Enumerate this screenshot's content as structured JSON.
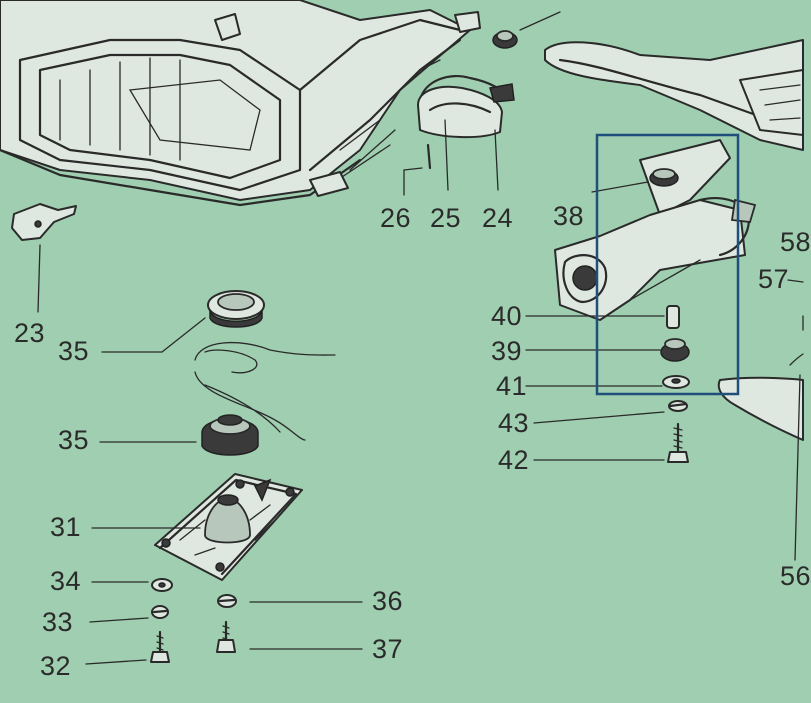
{
  "labels": {
    "l23": "23",
    "l24": "24",
    "l25": "25",
    "l26": "26",
    "l31": "31",
    "l32": "32",
    "l33": "33",
    "l34": "34",
    "l35a": "35",
    "l35b": "35",
    "l36": "36",
    "l37": "37",
    "l38": "38",
    "l39": "39",
    "l40": "40",
    "l41": "41",
    "l42": "42",
    "l43": "43",
    "l57": "57",
    "l58": "58",
    "l56": "56"
  },
  "colors": {
    "background": "#9fcfb0",
    "highlight_box": "#1f4f7a",
    "ink": "#2a2a2a"
  }
}
